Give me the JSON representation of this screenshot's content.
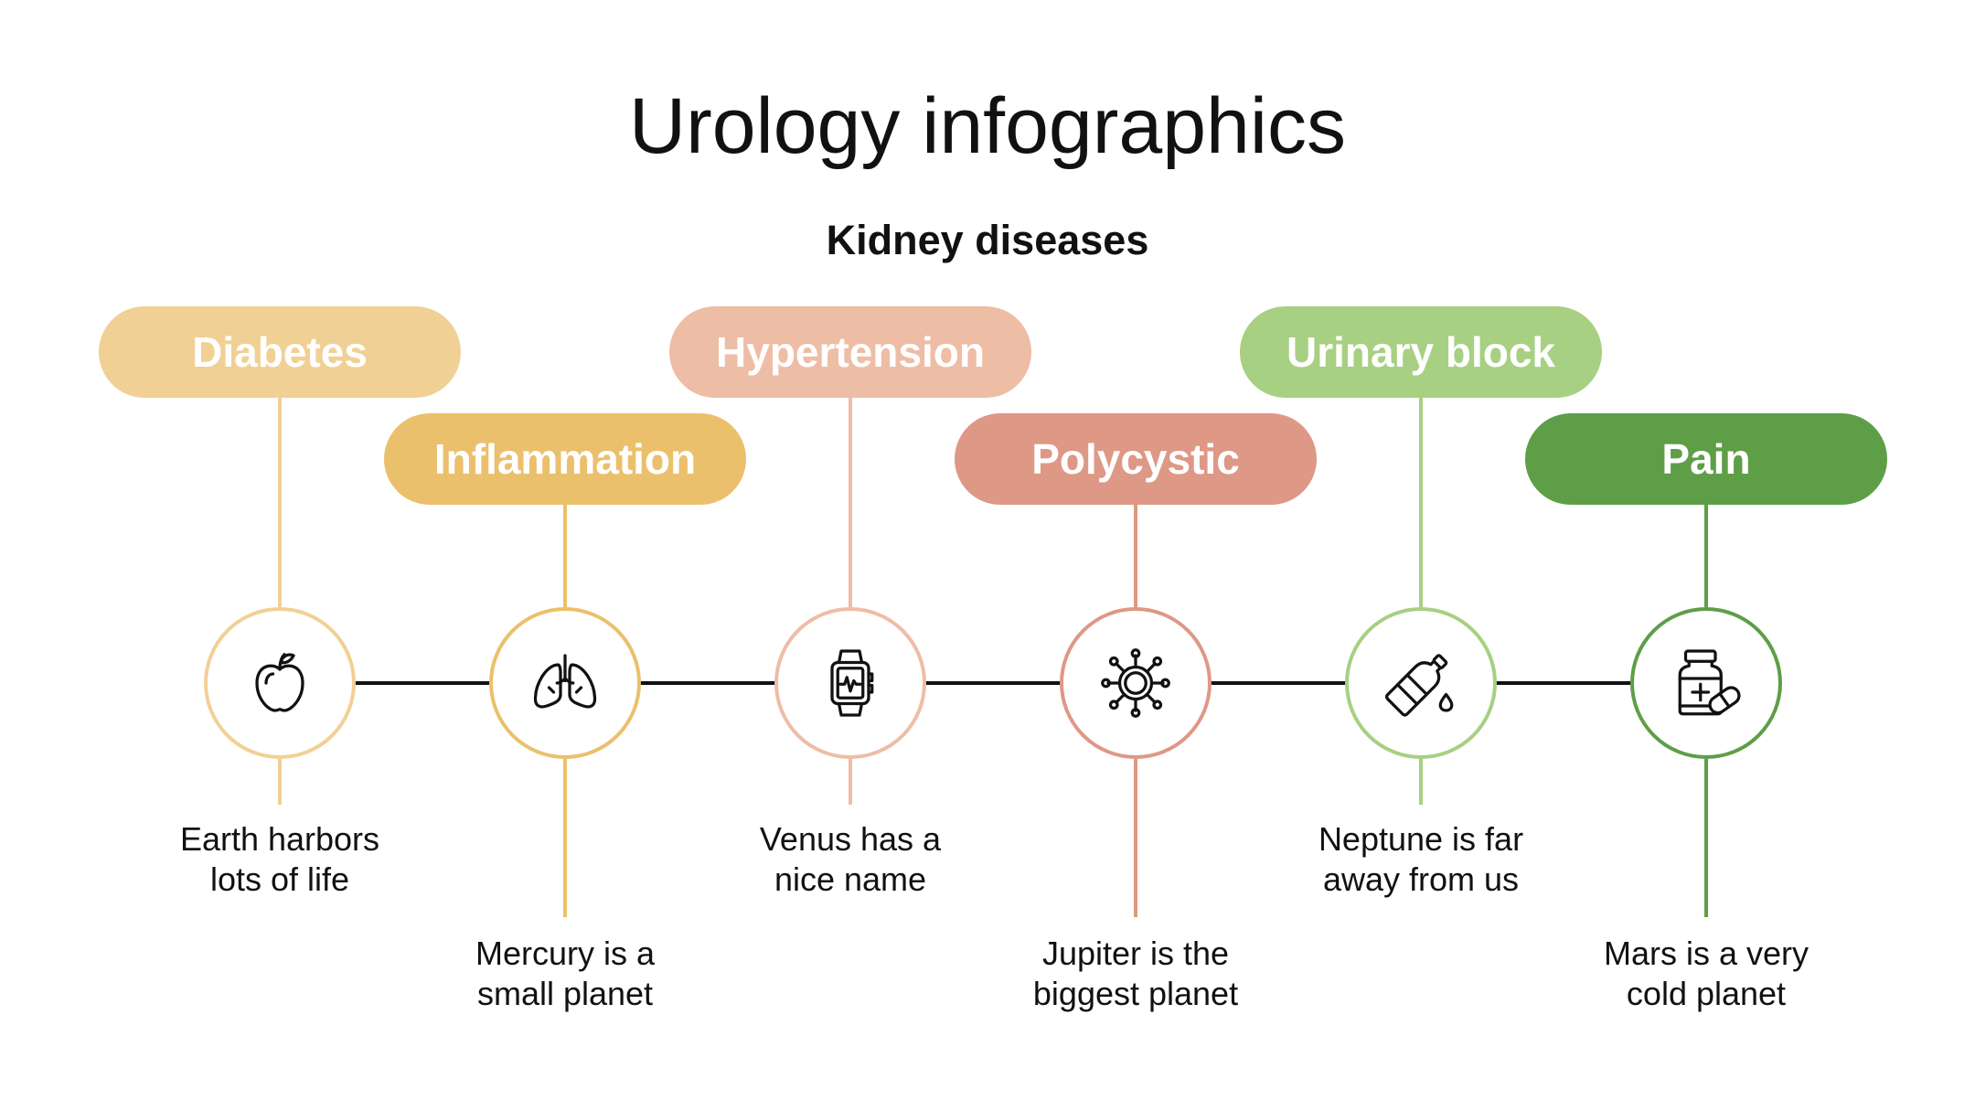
{
  "title": "Urology infographics",
  "subtitle": "Kidney diseases",
  "steps": [
    {
      "label": "Diabetes",
      "icon": "apple-icon",
      "color": "#F1D096",
      "description": [
        "Earth harbors",
        "lots of life"
      ]
    },
    {
      "label": "Inflammation",
      "icon": "lungs-icon",
      "color": "#EBC06C",
      "description": [
        "Mercury is a",
        "small planet"
      ]
    },
    {
      "label": "Hypertension",
      "icon": "smartwatch-icon",
      "color": "#EEBDA6",
      "description": [
        "Venus has a",
        "nice name"
      ]
    },
    {
      "label": "Polycystic",
      "icon": "virus-icon",
      "color": "#DE9886",
      "description": [
        "Jupiter is the",
        "biggest planet"
      ]
    },
    {
      "label": "Urinary block",
      "icon": "bottle-icon",
      "color": "#A7D082",
      "description": [
        "Neptune is far",
        "away from us"
      ]
    },
    {
      "label": "Pain",
      "icon": "pills-icon",
      "color": "#5E9E47",
      "description": [
        "Mars is a very",
        "cold planet"
      ]
    }
  ]
}
